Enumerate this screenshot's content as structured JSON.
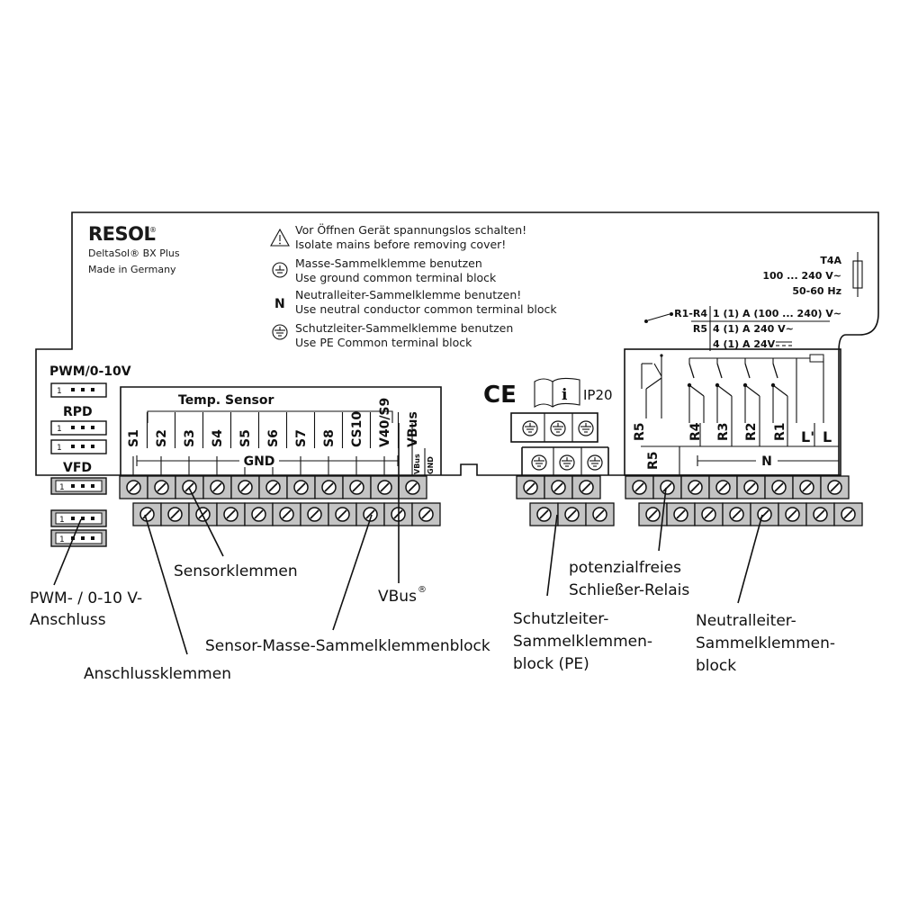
{
  "device": {
    "brand": "RESOL",
    "brand_mark": "®",
    "model": "DeltaSol® BX Plus",
    "origin": "Made in Germany"
  },
  "notices": [
    {
      "icon": "warning-triangle-icon",
      "line1": "Vor Öffnen Gerät spannungslos schalten!",
      "line2": "Isolate mains before removing cover!"
    },
    {
      "icon": "ground-icon",
      "line1": "Masse-Sammelklemme benutzen",
      "line2": "Use ground common terminal block"
    },
    {
      "icon": "neutral-n-icon",
      "symbol": "N",
      "line1": "Neutralleiter-Sammelklemme benutzen!",
      "line2": "Use neutral conductor common terminal block"
    },
    {
      "icon": "protective-earth-icon",
      "line1": "Schutzleiter-Sammelklemme benutzen",
      "line2": "Use PE Common terminal block"
    }
  ],
  "fuse": {
    "rating": "T4A",
    "voltage": "100 ... 240 V~",
    "frequency": "50-60 Hz"
  },
  "relay_specs": [
    {
      "label": "R1-R4",
      "value": "1 (1) A (100 ... 240) V~"
    },
    {
      "label": "R5",
      "value": "4 (1) A 240 V~"
    },
    {
      "label": "",
      "value": "4 (1) A 24V"
    }
  ],
  "ports": {
    "pwm": "PWM/0-10V",
    "rpd": "RPD",
    "vfd": "VFD",
    "pin_label": "1"
  },
  "marks": {
    "ce": "CE",
    "ip": "IP20",
    "info": "i"
  },
  "sensor_block": {
    "header": "Temp. Sensor",
    "labels": [
      "S1",
      "S2",
      "S3",
      "S4",
      "S5",
      "S6",
      "S7",
      "S8",
      "CS10",
      "V40/S9",
      "VBus"
    ],
    "gnd_label": "GND",
    "vbus_small": "VBus",
    "gnd_small": "GND"
  },
  "relay_block": {
    "labels_top": [
      "R5",
      "R4",
      "R3",
      "R2",
      "R1",
      "L'",
      "L"
    ],
    "label_r5_lower": "R5",
    "neutral_label": "N"
  },
  "callouts": {
    "pwm": [
      "PWM- / 0-10 V-",
      "Anschluss"
    ],
    "anschluss": "Anschlussklemmen",
    "sensor": "Sensorklemmen",
    "vbus": "VBus",
    "vbus_mark": "®",
    "masse": "Sensor-Masse-Sammelklemmenblock",
    "pe": [
      "Schutzleiter-",
      "Sammelklemmen-",
      "block (PE)"
    ],
    "relay": [
      "potenzialfreies",
      "Schließer-Relais"
    ],
    "neutral": [
      "Neutralleiter-",
      "Sammelklemmen-",
      "block"
    ]
  }
}
